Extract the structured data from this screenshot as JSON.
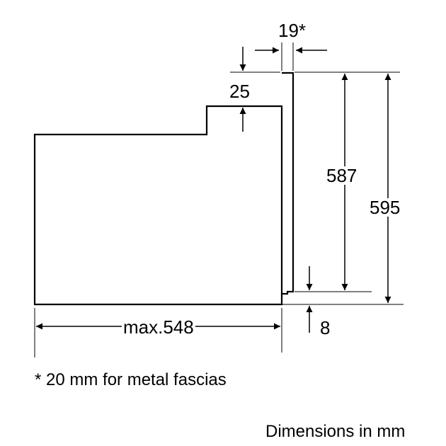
{
  "dimensions": {
    "fascia_gap": "19*",
    "step_height": "25",
    "inner_height": "587",
    "total_height": "595",
    "width": "max.548",
    "bottom_offset": "8"
  },
  "notes": {
    "footnote": "* 20 mm for metal fascias",
    "units": "Dimensions in mm"
  },
  "colors": {
    "line": "#000000",
    "background": "#ffffff"
  }
}
